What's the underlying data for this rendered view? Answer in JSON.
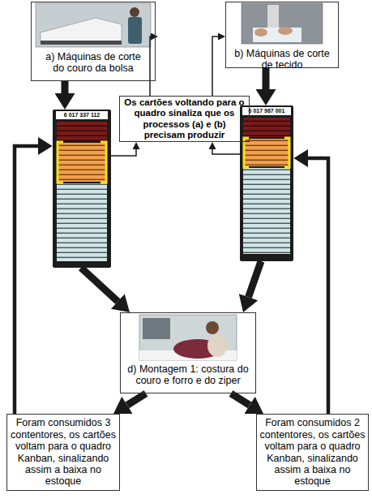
{
  "diagram": {
    "nodes": [
      {
        "text": [
          "a) Máquinas de corte do couro da bolsa"
        ]
      },
      {
        "text": [
          "b) Máquinas de corte de tecido"
        ]
      },
      {
        "text": [
          "Os cartões voltando para o quadro sinaliza que os processos (a) e (b) precisam produzir"
        ]
      },
      {
        "text": [
          "6 017 337 112"
        ]
      },
      {
        "text": [
          "6 017 987 001"
        ]
      },
      {
        "text": [
          "d) Montagem 1: costura do couro e forro e do ziper"
        ]
      },
      {
        "text": [
          "Foram consumidos 3 contentores, os cartões voltam para o quadro Kanban, sinalizando assim a baixa no estoque"
        ]
      },
      {
        "text": [
          "Foram consumidos 2 contentores, os cartões voltam para o quadro Kanban, sinalizando assim a baixa no estoque"
        ]
      }
    ],
    "edges": [
      {
        "from": 0,
        "to": 3,
        "arrow": "to"
      },
      {
        "from": 1,
        "to": 4,
        "arrow": "to"
      },
      {
        "from": 3,
        "to": 2,
        "arrow": "to"
      },
      {
        "from": 4,
        "to": 2,
        "arrow": "to"
      },
      {
        "from": 2,
        "to": 0,
        "arrow": "to"
      },
      {
        "from": 2,
        "to": 1,
        "arrow": "to"
      },
      {
        "from": 3,
        "to": 5,
        "arrow": "to"
      },
      {
        "from": 4,
        "to": 5,
        "arrow": "to"
      },
      {
        "from": 5,
        "to": 6,
        "arrow": "to"
      },
      {
        "from": 5,
        "to": 7,
        "arrow": "to"
      },
      {
        "from": 6,
        "to": 3,
        "arrow": "to"
      },
      {
        "from": 7,
        "to": 4,
        "arrow": "to"
      }
    ]
  }
}
